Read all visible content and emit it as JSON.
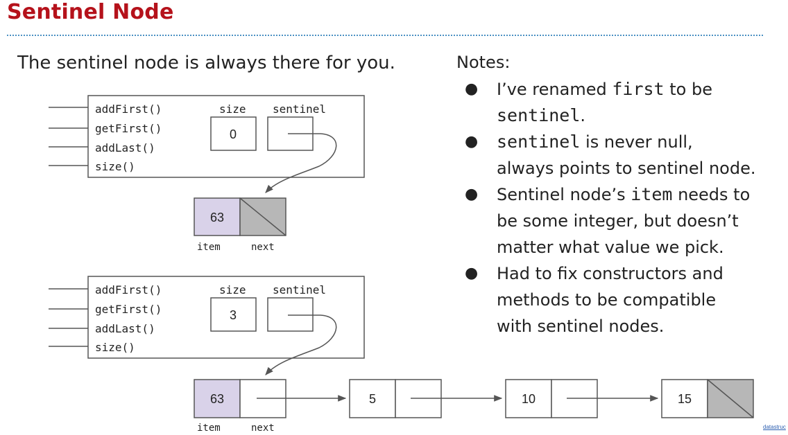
{
  "title": "Sentinel Node",
  "intro": "The sentinel node is always there for you.",
  "notes": {
    "heading": "Notes:",
    "bullet_glyph": "●",
    "items": [
      {
        "t1": "I’ve renamed ",
        "c1": "first",
        "t2": " to be",
        "c2": "sentinel",
        "t3": "."
      },
      {
        "c1": "sentinel",
        "t1": " is never null,",
        "t2": "always points to sentinel node."
      },
      {
        "t1": "Sentinel node’s ",
        "c1": "item",
        "t2": " needs to",
        "t3": "be some integer, but doesn’t",
        "t4": "matter what value we pick."
      },
      {
        "t1": "Had to fix constructors and",
        "t2": "methods to be compatible",
        "t3": "with sentinel nodes."
      }
    ]
  },
  "diagram1": {
    "methods": [
      "addFirst()",
      "getFirst()",
      "addLast()",
      "size()"
    ],
    "size_label": "size",
    "sentinel_label": "sentinel",
    "size_value": "0",
    "node": {
      "item": "63",
      "item_label": "item",
      "next_label": "next"
    }
  },
  "diagram2": {
    "methods": [
      "addFirst()",
      "getFirst()",
      "addLast()",
      "size()"
    ],
    "size_label": "size",
    "sentinel_label": "sentinel",
    "size_value": "3",
    "nodes": [
      "63",
      "5",
      "10",
      "15"
    ],
    "item_label": "item",
    "next_label": "next"
  },
  "colors": {
    "title": "#b5121b",
    "sentinel_item_fill": "#d9d2e9",
    "null_fill": "#b7b7b7"
  },
  "citation": "datastruc"
}
